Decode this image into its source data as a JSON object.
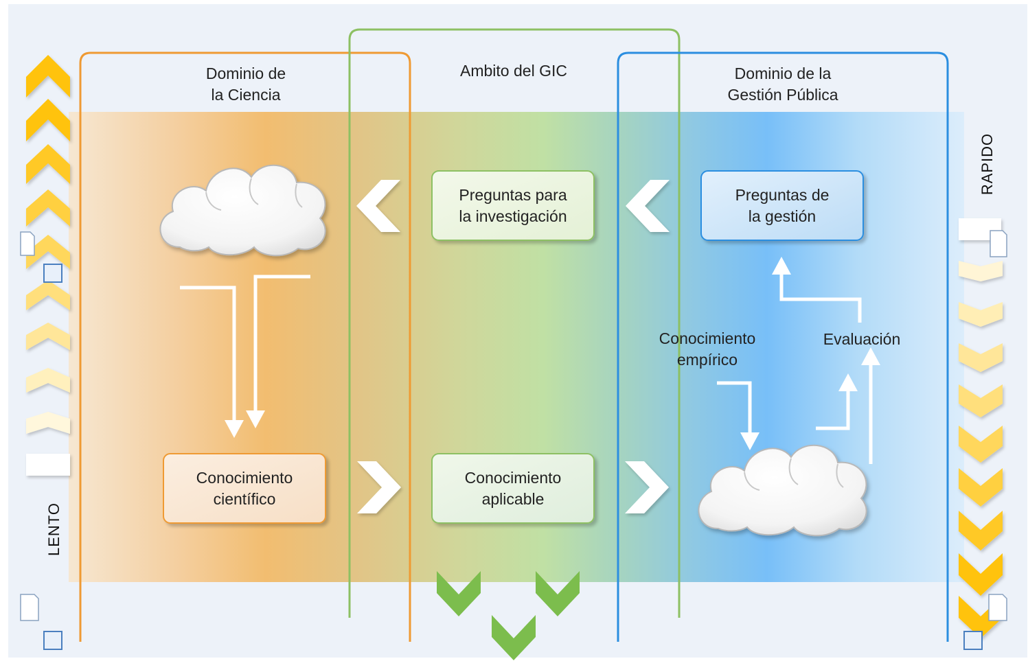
{
  "domains": {
    "science": "Dominio de\nla Ciencia",
    "gic": "Ambito del GIC",
    "management": "Dominio de la\nGestión Pública"
  },
  "boxes": {
    "research_questions": "Preguntas para\nla investigación",
    "management_questions": "Preguntas de\nla gestión",
    "scientific_knowledge": "Conocimiento\ncientífico",
    "applicable_knowledge": "Conocimiento\naplicable"
  },
  "labels": {
    "empirical_knowledge": "Conocimiento\nempírico",
    "evaluation": "Evaluación"
  },
  "speed": {
    "slow": "LENTO",
    "fast": "RAPIDO"
  },
  "colors": {
    "science_frame": "#ef9a33",
    "gic_frame": "#8dc063",
    "management_frame": "#2b8ee0",
    "chevron_yellow": "#ffc30a",
    "chevron_green": "#7cbd4d",
    "background": "#eef3fa"
  },
  "icons": [
    "cloud-icon",
    "document-icon",
    "frame-icon",
    "chevron-left-icon",
    "chevron-right-icon",
    "chevron-down-icon",
    "chevron-up-icon",
    "arrow-down-icon",
    "arrow-up-icon"
  ]
}
